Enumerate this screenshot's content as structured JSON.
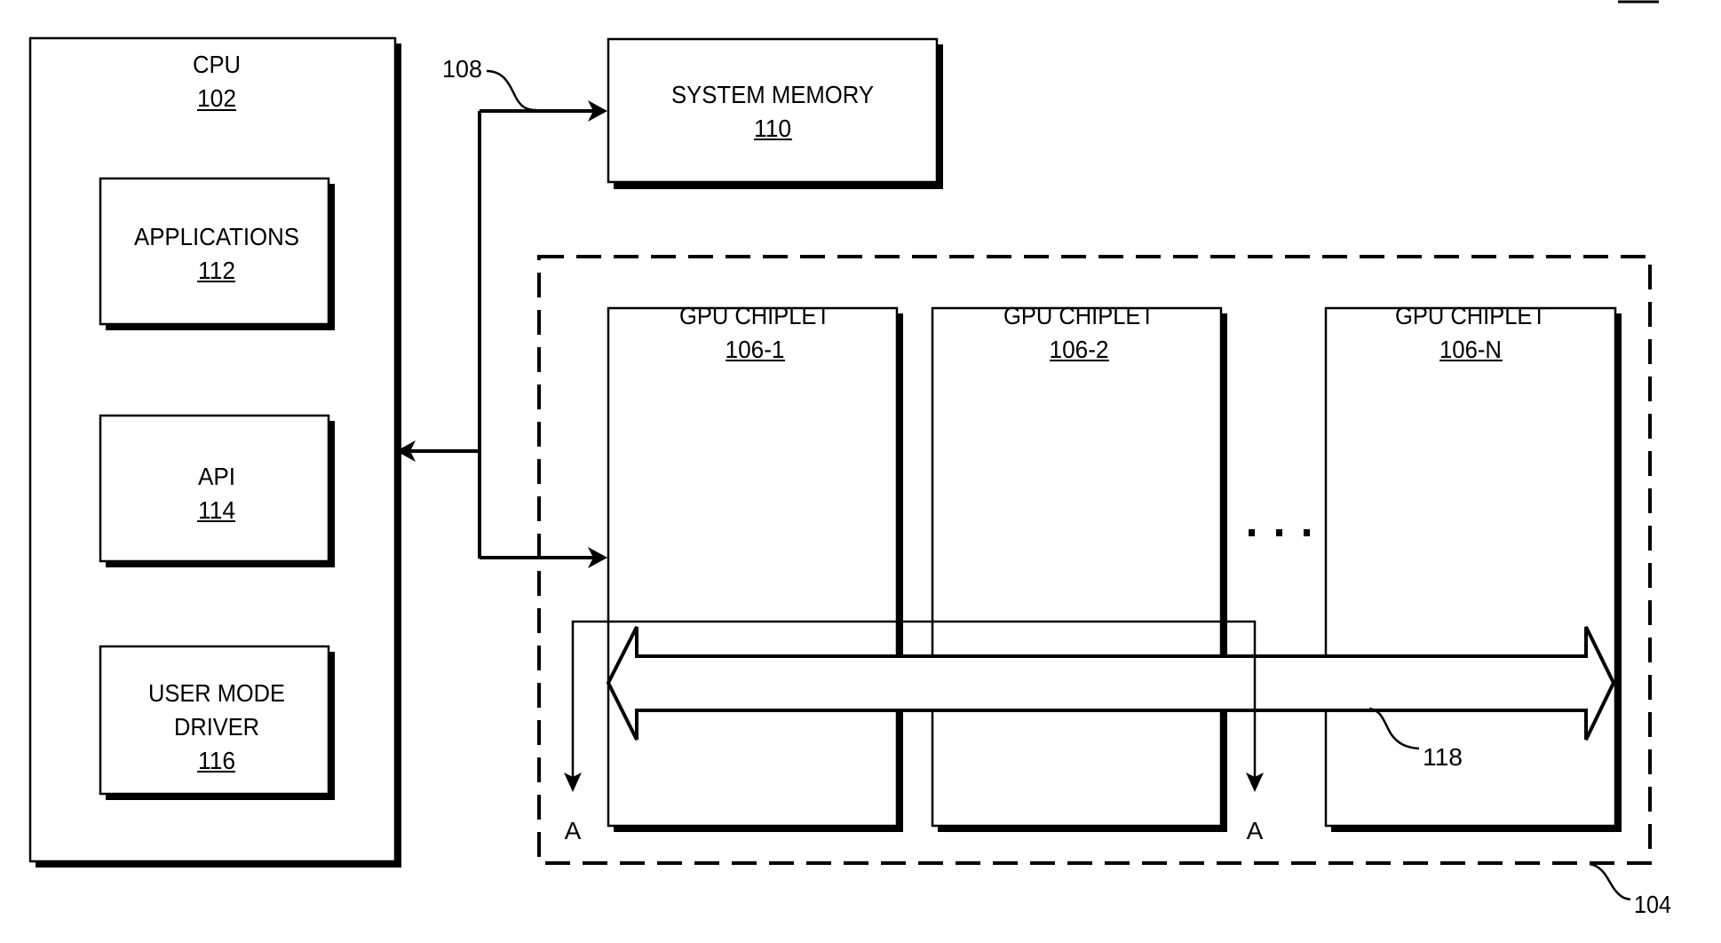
{
  "figure": {
    "cpu": {
      "title": "CPU",
      "ref": "102"
    },
    "applications": {
      "title": "APPLICATIONS",
      "ref": "112"
    },
    "api": {
      "title": "API",
      "ref": "114"
    },
    "user_mode_driver": {
      "title_line1": "USER MODE",
      "title_line2": "DRIVER",
      "ref": "116"
    },
    "system_memory": {
      "title": "SYSTEM MEMORY",
      "ref": "110"
    },
    "bus": {
      "ref": "108"
    },
    "gpu_array": {
      "ref": "104"
    },
    "chiplets": [
      {
        "title": "GPU CHIPLET",
        "ref": "106-1"
      },
      {
        "title": "GPU CHIPLET",
        "ref": "106-2"
      },
      {
        "title": "GPU CHIPLET",
        "ref": "106-N"
      }
    ],
    "ellipsis": "...",
    "crossbar": {
      "ref": "118"
    },
    "connector_labels": [
      "A",
      "A"
    ]
  }
}
